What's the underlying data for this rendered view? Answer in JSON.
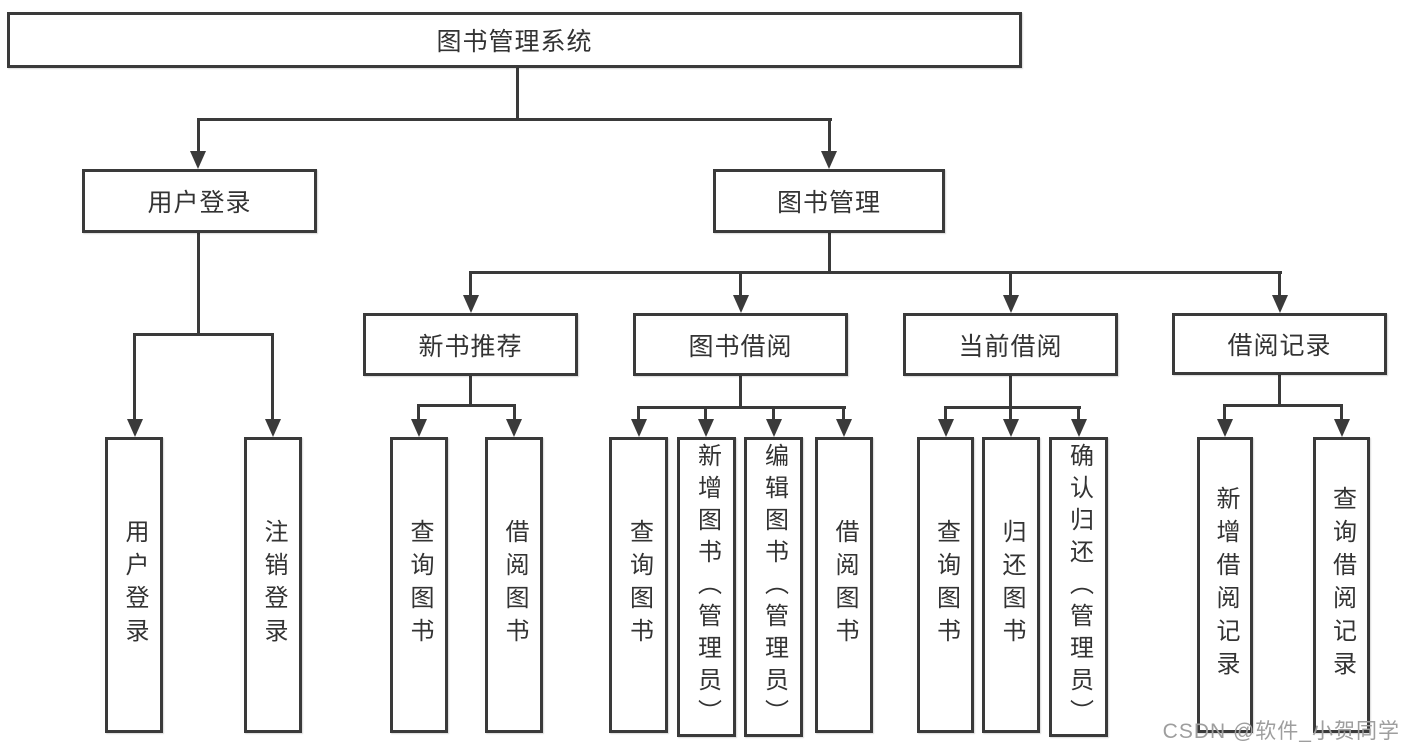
{
  "diagram": {
    "watermark": "CSDN @软件_小贺同学",
    "colors": {
      "line": "#3a3a3a",
      "text": "#333333",
      "wm": "#9e9e9e",
      "bg": "#ffffff"
    },
    "nodes": {
      "root": {
        "label": "图书管理系统"
      },
      "user_login": {
        "label": "用户登录"
      },
      "book_mgmt": {
        "label": "图书管理"
      },
      "new_book": {
        "label": "新书推荐"
      },
      "book_borrow": {
        "label": "图书借阅"
      },
      "current_borrow": {
        "label": "当前借阅"
      },
      "borrow_record": {
        "label": "借阅记录"
      },
      "ul_login": {
        "label": "用户登录"
      },
      "ul_logout": {
        "label": "注销登录"
      },
      "nb_query": {
        "label": "查询图书"
      },
      "nb_borrow": {
        "label": "借阅图书"
      },
      "bb_query": {
        "label": "查询图书"
      },
      "bb_add": {
        "label": "新增图书（管理员）"
      },
      "bb_edit": {
        "label": "编辑图书（管理员）"
      },
      "bb_borrow": {
        "label": "借阅图书"
      },
      "cb_query": {
        "label": "查询图书"
      },
      "cb_return": {
        "label": "归还图书"
      },
      "cb_confirm": {
        "label": "确认归还（管理员）"
      },
      "br_add": {
        "label": "新增借阅记录"
      },
      "br_query": {
        "label": "查询借阅记录"
      }
    },
    "tree": {
      "root": "图书管理系统",
      "children": [
        {
          "label": "用户登录",
          "children": [
            "用户登录",
            "注销登录"
          ]
        },
        {
          "label": "图书管理",
          "children": [
            {
              "label": "新书推荐",
              "children": [
                "查询图书",
                "借阅图书"
              ]
            },
            {
              "label": "图书借阅",
              "children": [
                "查询图书",
                "新增图书（管理员）",
                "编辑图书（管理员）",
                "借阅图书"
              ]
            },
            {
              "label": "当前借阅",
              "children": [
                "查询图书",
                "归还图书",
                "确认归还（管理员）"
              ]
            },
            {
              "label": "借阅记录",
              "children": [
                "新增借阅记录",
                "查询借阅记录"
              ]
            }
          ]
        }
      ]
    }
  }
}
